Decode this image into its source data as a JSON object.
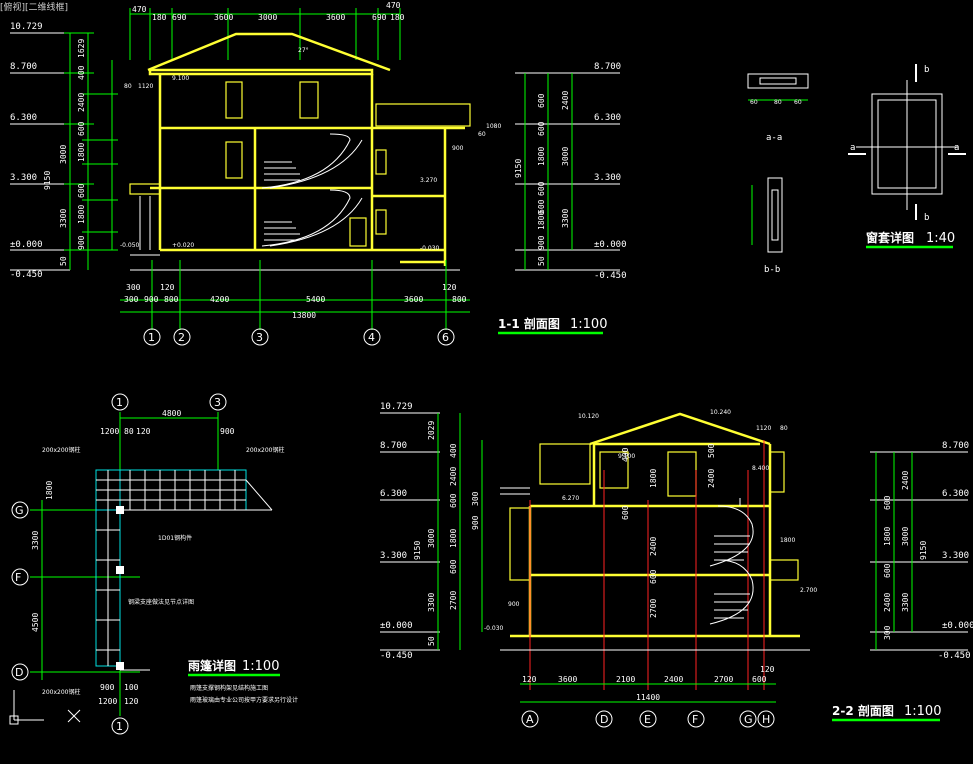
{
  "viewport_label": "[俯视][二维线框]",
  "drawings": {
    "section_1": {
      "title": "1-1 剖面图",
      "scale": "1:100",
      "levels": [
        "10.729",
        "8.700",
        "6.300",
        "3.300",
        "±0.000",
        "-0.450"
      ],
      "levels_right": [
        "8.700",
        "6.300",
        "3.300",
        "±0.000",
        "-0.450"
      ],
      "top_dims": [
        "470",
        "180",
        "690",
        "3600",
        "3000",
        "3600",
        "690",
        "180",
        "470"
      ],
      "left_dims": [
        "1629",
        "400",
        "2400",
        "600",
        "3000",
        "1800",
        "600",
        "9150",
        "3300",
        "1800",
        "900",
        "50"
      ],
      "right_dims": [
        "600",
        "2400",
        "600",
        "1800",
        "600",
        "3000",
        "9150",
        "600",
        "1800",
        "900",
        "50",
        "3300"
      ],
      "bottom_dims": [
        "300",
        "120",
        "300",
        "900",
        "800",
        "4200",
        "5400",
        "3600",
        "120",
        "800"
      ],
      "total": "13800",
      "axes": [
        "1",
        "2",
        "3",
        "4",
        "6"
      ],
      "notes": [
        "9.100",
        "1120",
        "80",
        "27°",
        "-0.050",
        "+0.020",
        "3.270",
        "-0.030",
        "900",
        "60",
        "1080"
      ]
    },
    "window_detail": {
      "title": "窗套详图",
      "scale": "1:40",
      "aa": "a-a",
      "bb": "b-b",
      "a": "a",
      "b": "b",
      "dims": [
        "60",
        "80",
        "60"
      ]
    },
    "canopy": {
      "title": "雨篷详图",
      "scale": "1:100",
      "notes": [
        "雨篷支撑钢构架见结构施工图",
        "雨篷玻璃由专业公司按甲方要求另行设计"
      ],
      "top_dims": [
        "4800",
        "1200",
        "80",
        "120",
        "900"
      ],
      "tags": [
        "200x200钢柱",
        "200x200钢柱",
        "200x200钢柱",
        "1D01钢构件",
        "钢梁支座做法见节点详图"
      ],
      "left_dims": [
        "3300",
        "4500",
        "1800"
      ],
      "bottom_dims": [
        "100",
        "900",
        "1200",
        "120"
      ],
      "axes_top": [
        "1",
        "3"
      ],
      "axes_left": [
        "G",
        "F",
        "D"
      ],
      "axes_bottom": [
        "1"
      ]
    },
    "section_2": {
      "title": "2-2 剖面图",
      "scale": "1:100",
      "levels": [
        "10.729",
        "8.700",
        "6.300",
        "3.300",
        "±0.000",
        "-0.450"
      ],
      "levels_right": [
        "8.700",
        "6.300",
        "3.300",
        "±0.000",
        "-0.450"
      ],
      "top": [
        "10.120",
        "10.240",
        "1120",
        "80",
        "9.100",
        "8.400",
        "6.270",
        "1800",
        "2.700",
        "-0.030",
        "900"
      ],
      "left_dims": [
        "2029",
        "400",
        "2400",
        "600",
        "3000",
        "300",
        "900",
        "1800",
        "600",
        "9150",
        "3300",
        "2700",
        "50"
      ],
      "mid_dims": [
        "400",
        "1800",
        "2400",
        "600",
        "600",
        "2700",
        "2400",
        "500"
      ],
      "right_dims": [
        "2400",
        "600",
        "1800",
        "600",
        "3000",
        "9150",
        "300",
        "2400",
        "3300"
      ],
      "bottom_dims": [
        "120",
        "3600",
        "2100",
        "2400",
        "2700",
        "600",
        "120"
      ],
      "total": "11400",
      "axes": [
        "A",
        "D",
        "E",
        "F",
        "G",
        "H"
      ]
    }
  }
}
